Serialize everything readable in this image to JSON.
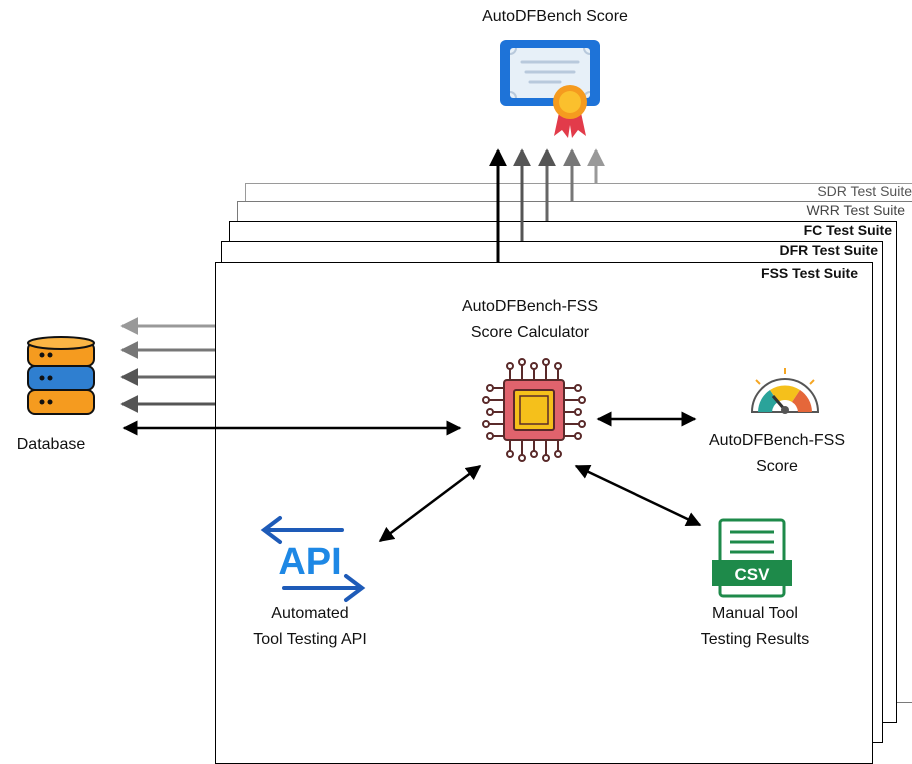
{
  "top_title": "AutoDFBench Score",
  "suites": [
    {
      "label": "SDR Test Suite",
      "color": "#9a9a9a",
      "weight": "normal",
      "label_color": "#555555"
    },
    {
      "label": "WRR Test Suite",
      "color": "#7a7a7a",
      "weight": "normal",
      "label_color": "#444444"
    },
    {
      "label": "FC Test Suite",
      "color": "#000000",
      "weight": "bold",
      "label_color": "#111111"
    },
    {
      "label": "DFR Test Suite",
      "color": "#000000",
      "weight": "bold",
      "label_color": "#111111"
    },
    {
      "label": "FSS Test Suite",
      "color": "#000000",
      "weight": "bold",
      "label_color": "#111111"
    }
  ],
  "calculator": {
    "line1": "AutoDFBench-FSS",
    "line2": "Score Calculator"
  },
  "database_label": "Database",
  "score": {
    "line1": "AutoDFBench-FSS",
    "line2": "Score"
  },
  "api": {
    "icon_text": "API",
    "line1": "Automated",
    "line2": "Tool Testing API"
  },
  "manual": {
    "icon_text": "CSV",
    "line1": "Manual Tool",
    "line2": "Testing Results"
  },
  "colors": {
    "db_orange": "#f59b1f",
    "db_blue": "#2f7fd0",
    "api_blue": "#1e88e5",
    "csv_green": "#1e8a4a",
    "chip_red": "#e0636d",
    "chip_yellow": "#f5c01b",
    "cert_blue": "#1e73d8",
    "medal_orange": "#f59b1f"
  }
}
